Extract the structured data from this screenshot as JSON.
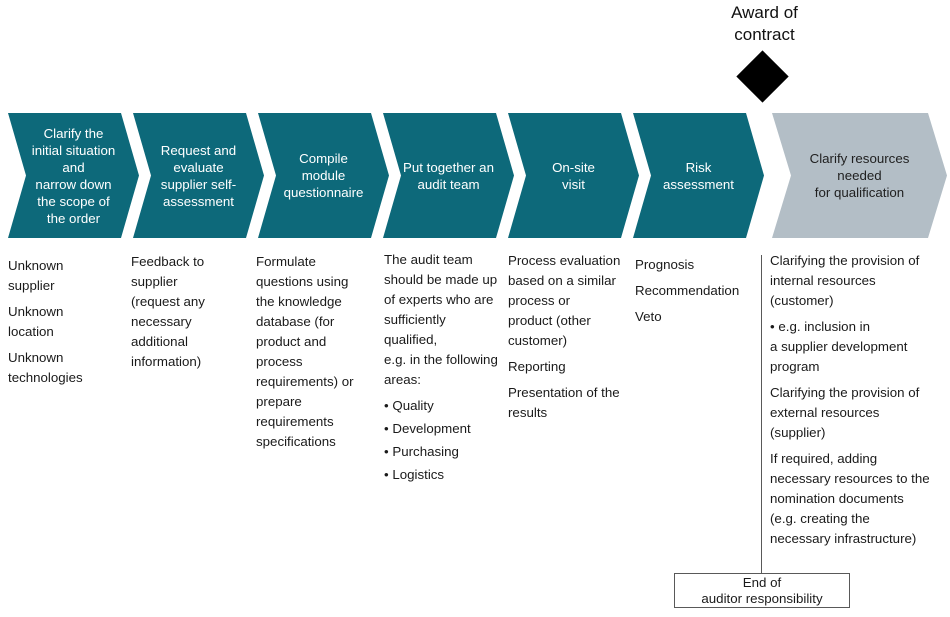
{
  "header": {
    "award_label": "Award of\ncontract"
  },
  "colors": {
    "chevron_teal": "#0d697a",
    "chevron_gray": "#b3bec6",
    "diamond": "#000000",
    "line": "#595959"
  },
  "steps": [
    {
      "label": "Clarify the\ninitial situation\nand\nnarrow down\nthe scope of\nthe order",
      "notes": [
        "Unknown\nsupplier",
        "Unknown\nlocation",
        "Unknown\ntechnologies"
      ]
    },
    {
      "label": "Request and\nevaluate\nsupplier self-\nassessment",
      "notes": [
        "Feedback to\nsupplier\n(request any\nnecessary\nadditional\ninformation)"
      ]
    },
    {
      "label": "Compile\nmodule\nquestionnaire",
      "notes": [
        "Formulate\nquestions using\nthe knowledge\ndatabase (for\nproduct and\nprocess\nrequirements) or\nprepare\nrequirements\nspecifications"
      ]
    },
    {
      "label": "Put together an\naudit team",
      "notes": [
        "The audit team\nshould be made up\nof experts who are\nsufficiently\nqualified,\ne.g. in the following\nareas:",
        "• Quality",
        "• Development",
        "• Purchasing",
        "• Logistics"
      ]
    },
    {
      "label": "On-site\nvisit",
      "notes": [
        "Process evaluation\nbased on a similar\nprocess or\nproduct (other\ncustomer)",
        "Reporting",
        "Presentation of the\nresults"
      ]
    },
    {
      "label": "Risk\nassessment",
      "notes": [
        "Prognosis",
        "Recommendation",
        "Veto"
      ]
    },
    {
      "label": "Clarify resources\nneeded\nfor qualification",
      "notes": [
        "Clarifying the provision of\ninternal resources\n(customer)",
        "• e.g. inclusion in\na supplier development\nprogram",
        "Clarifying the provision of\nexternal resources\n(supplier)",
        "If required, adding\nnecessary resources to the\nnomination documents\n(e.g. creating the\nnecessary infrastructure)"
      ]
    }
  ],
  "end_box": {
    "label": "End of\nauditor responsibility"
  }
}
